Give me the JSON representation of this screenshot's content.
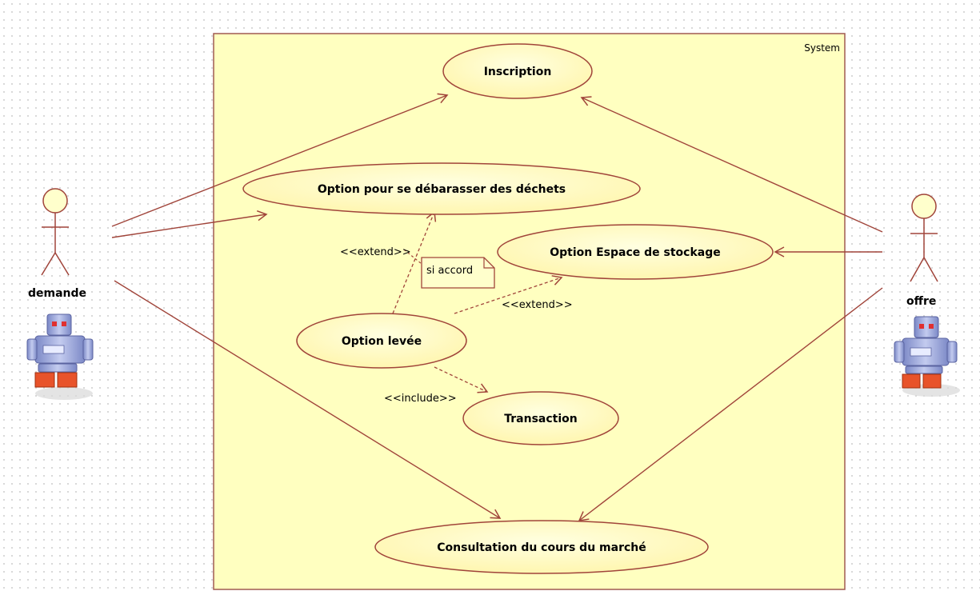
{
  "system": {
    "label": "System"
  },
  "actors": {
    "demande": {
      "label": "demande",
      "icon": "robot-icon"
    },
    "offre": {
      "label": "offre",
      "icon": "robot-icon"
    }
  },
  "use_cases": {
    "inscription": "Inscription",
    "dechets": "Option pour se débarasser des déchets",
    "stockage": "Option Espace de stockage",
    "levee": "Option levée",
    "transaction": "Transaction",
    "consultation": "Consultation du cours du marché"
  },
  "relations": {
    "extend_1": "<<extend>>",
    "extend_2": "<<extend>>",
    "include_1": "<<include>>"
  },
  "note": {
    "text": "si accord"
  },
  "colors": {
    "system_fill": "#ffffc0",
    "system_border": "#a05a50",
    "usecase_fill": "#ffffcc",
    "line": "#a0443a",
    "robot_body": "#9aa6d8",
    "robot_feet": "#e8532a"
  }
}
